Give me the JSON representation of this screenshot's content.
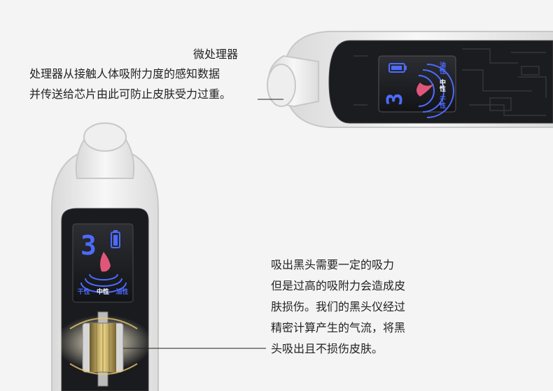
{
  "colors": {
    "background": "#f4f4f4",
    "screen_blue": "#3b5bff",
    "accent_pink": "#e0567a",
    "device_outline": "#cfcfcf"
  },
  "device_top": {
    "modes": [
      "干性",
      "中性",
      "油性"
    ],
    "display_digit": "3"
  },
  "device_bottom": {
    "modes": [
      "干性",
      "中性",
      "油性"
    ],
    "display_digit": "3"
  },
  "annotation_top": {
    "title": "微处理器",
    "lines": [
      "处理器从接触人体吸附力度的感知数据",
      "并传送给芯片由此可防止皮肤受力过重。"
    ]
  },
  "annotation_bottom": {
    "lines": [
      "吸出黑头需要一定的吸力",
      "但是过高的吸附力会造成皮",
      "肤损伤。我们的黑头仪经过",
      "精密计算产生的气流，将黑",
      "头吸出且不损伤皮肤。"
    ]
  }
}
